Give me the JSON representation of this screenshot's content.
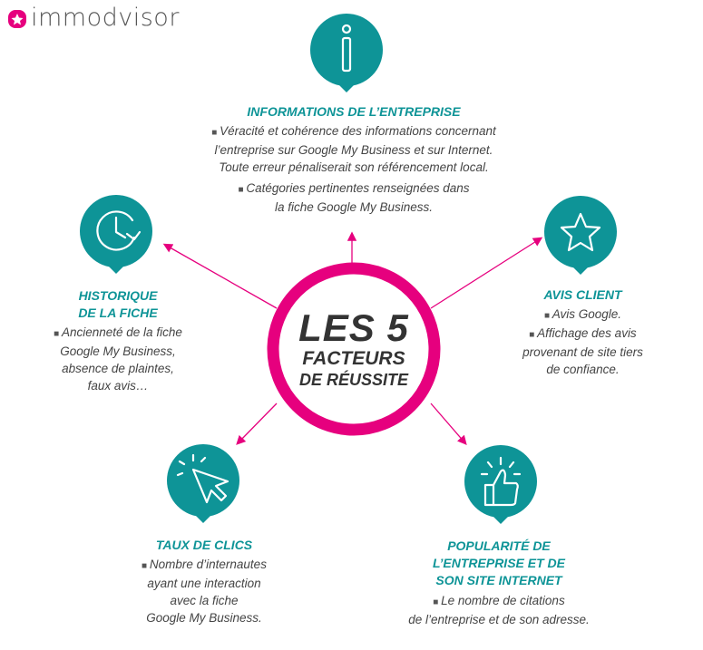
{
  "brand": {
    "name": "immodvisor",
    "color": "#e6007e"
  },
  "colors": {
    "accent": "#e6007e",
    "teal": "#0e9497"
  },
  "center": {
    "line1": "LES 5",
    "line2": "FACTEURS",
    "line3": "DE RÉUSSITE"
  },
  "factors": [
    {
      "icon": "info-icon",
      "title": "INFORMATIONS DE L’ENTREPRISE",
      "paragraphs": [
        "Véracité et cohérence des informations concernant",
        "l’entreprise sur Google My Business et sur Internet.",
        "Toute erreur pénaliserait son référencement local.",
        "Catégories pertinentes renseignées dans",
        "la fiche Google My Business."
      ]
    },
    {
      "icon": "star-icon",
      "title": "AVIS CLIENT",
      "paragraphs": [
        "Avis Google.",
        "Affichage des avis",
        "provenant de site tiers",
        "de confiance."
      ]
    },
    {
      "icon": "thumbs-up-icon",
      "title_lines": [
        "POPULARITÉ DE",
        "L’ENTREPRISE ET DE",
        "SON SITE INTERNET"
      ],
      "paragraphs": [
        "Le nombre de citations",
        "de l’entreprise et de son adresse."
      ]
    },
    {
      "icon": "cursor-click-icon",
      "title": "TAUX DE CLICS",
      "paragraphs": [
        "Nombre d’internautes",
        "ayant une interaction",
        "avec la fiche",
        "Google My Business."
      ]
    },
    {
      "icon": "clock-history-icon",
      "title_lines": [
        "HISTORIQUE",
        "DE LA FICHE"
      ],
      "paragraphs": [
        "Ancienneté de la fiche",
        "Google My Business,",
        "absence de plaintes,",
        "faux avis…"
      ]
    }
  ]
}
